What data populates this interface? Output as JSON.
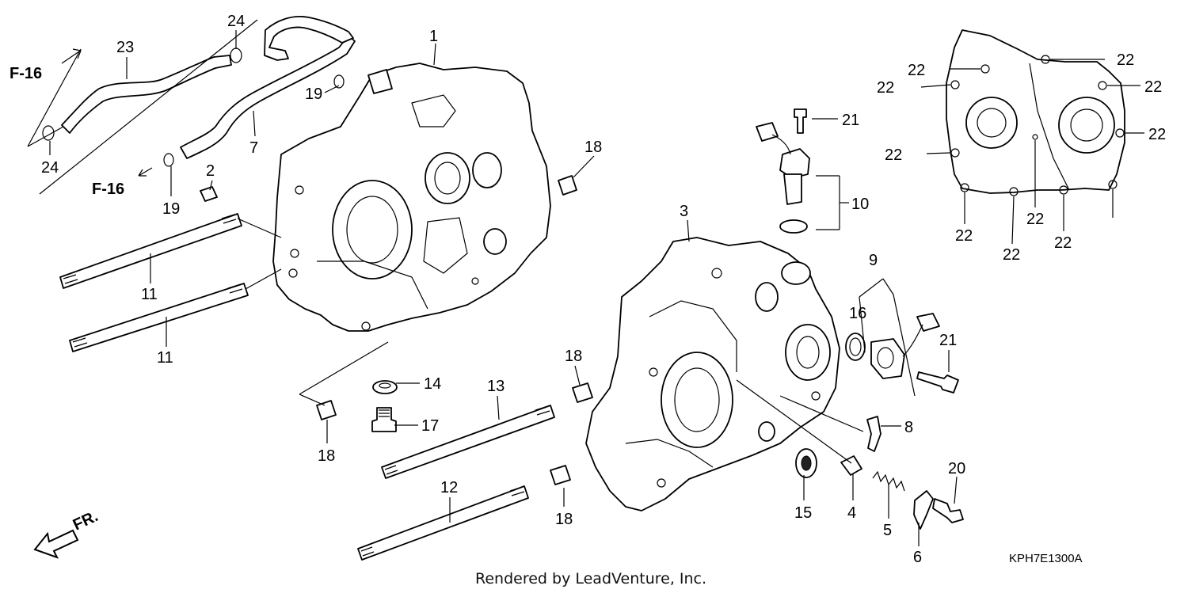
{
  "diagram": {
    "drawing_code": "KPH7E1300A",
    "credit": "Rendered by LeadVenture, Inc.",
    "front_marker": "FR.",
    "references": [
      "F-16",
      "F-16"
    ],
    "callouts": [
      {
        "id": "c1",
        "label": "1"
      },
      {
        "id": "c2",
        "label": "2"
      },
      {
        "id": "c3",
        "label": "3"
      },
      {
        "id": "c4",
        "label": "4"
      },
      {
        "id": "c5",
        "label": "5"
      },
      {
        "id": "c6",
        "label": "6"
      },
      {
        "id": "c7",
        "label": "7"
      },
      {
        "id": "c8",
        "label": "8"
      },
      {
        "id": "c9",
        "label": "9"
      },
      {
        "id": "c10",
        "label": "10"
      },
      {
        "id": "c11a",
        "label": "11"
      },
      {
        "id": "c11b",
        "label": "11"
      },
      {
        "id": "c12",
        "label": "12"
      },
      {
        "id": "c13",
        "label": "13"
      },
      {
        "id": "c14",
        "label": "14"
      },
      {
        "id": "c15",
        "label": "15"
      },
      {
        "id": "c16",
        "label": "16"
      },
      {
        "id": "c17",
        "label": "17"
      },
      {
        "id": "c18a",
        "label": "18"
      },
      {
        "id": "c18b",
        "label": "18"
      },
      {
        "id": "c18c",
        "label": "18"
      },
      {
        "id": "c18d",
        "label": "18"
      },
      {
        "id": "c19a",
        "label": "19"
      },
      {
        "id": "c19b",
        "label": "19"
      },
      {
        "id": "c20",
        "label": "20"
      },
      {
        "id": "c21a",
        "label": "21"
      },
      {
        "id": "c21b",
        "label": "21"
      },
      {
        "id": "c22a",
        "label": "22"
      },
      {
        "id": "c22b",
        "label": "22"
      },
      {
        "id": "c22c",
        "label": "22"
      },
      {
        "id": "c22d",
        "label": "22"
      },
      {
        "id": "c22e",
        "label": "22"
      },
      {
        "id": "c22f",
        "label": "22"
      },
      {
        "id": "c22g",
        "label": "22"
      },
      {
        "id": "c22h",
        "label": "22"
      },
      {
        "id": "c22i",
        "label": "22"
      },
      {
        "id": "c22j",
        "label": "22"
      },
      {
        "id": "c23",
        "label": "23"
      },
      {
        "id": "c24a",
        "label": "24"
      },
      {
        "id": "c24b",
        "label": "24"
      }
    ]
  }
}
